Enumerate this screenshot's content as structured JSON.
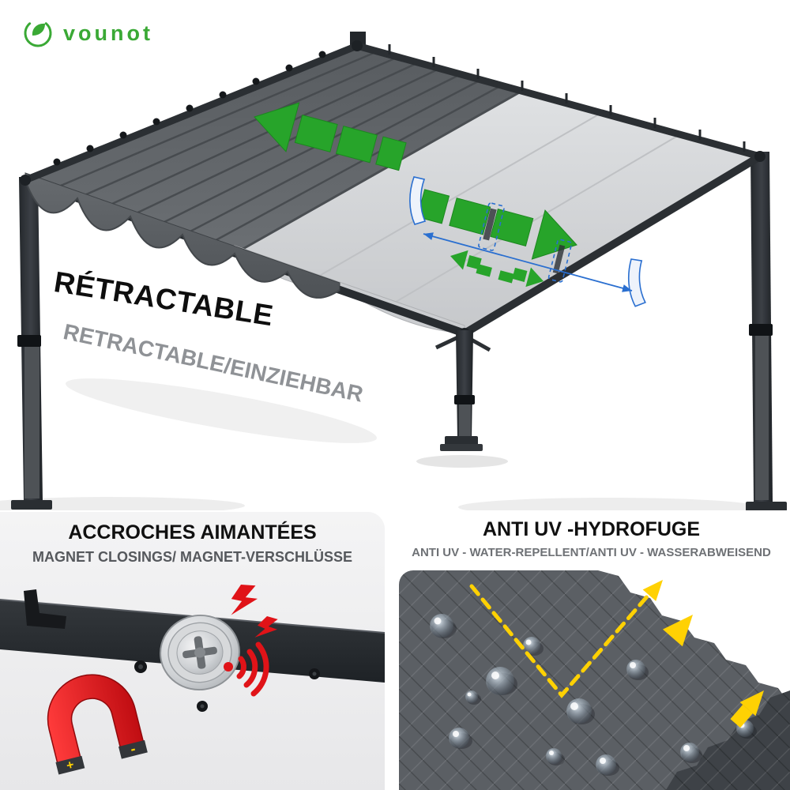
{
  "brand": {
    "name": "vounot"
  },
  "hero": {
    "title": "RÉTRACTABLE",
    "subtitle": "RETRACTABLE/EINZIEHBAR"
  },
  "magnet_panel": {
    "title": "ACCROCHES AIMANTÉES",
    "subtitle": "MAGNET CLOSINGS/ MAGNET-VERSCHLÜSSE",
    "magnet_plus": "+",
    "magnet_minus": "-"
  },
  "uv_panel": {
    "title": "ANTI UV -HYDROFUGE",
    "subtitle": "ANTI UV - WATER-REPELLENT/ANTI UV - WASSERABWEISEND"
  },
  "colors": {
    "brand_green": "#3aa935",
    "arrow_green": "#27a42a",
    "accent_red": "#e01318",
    "accent_yellow": "#ffd103",
    "annotation_blue": "#2a6fd0",
    "canopy_dark": "#5d6165",
    "canopy_light": "#d9dbdd",
    "frame": "#2e3236",
    "panel_bg": "#f1f1f2"
  }
}
